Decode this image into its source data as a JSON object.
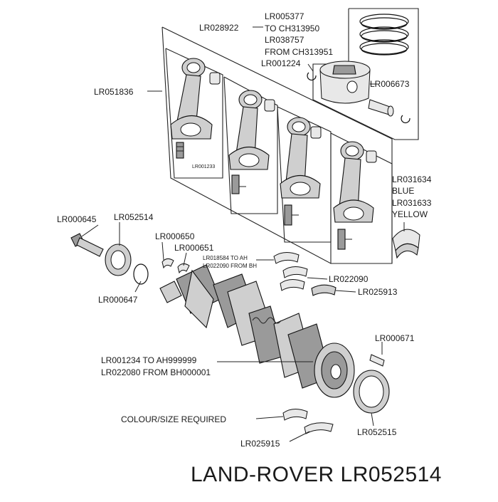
{
  "labels": {
    "lr028922": "LR028922",
    "lr005377": "LR005377",
    "to_ch313950": "TO CH313950",
    "lr038757": "LR038757",
    "from_ch313951": "FROM CH313951",
    "lr001224": "LR001224",
    "lr006673": "LR006673",
    "lr051836": "LR051836",
    "lr001233": "LR001233",
    "lr031634": "LR031634",
    "blue": "BLUE",
    "lr031633": "LR031633",
    "yellow": "YELLOW",
    "lr000645": "LR000645",
    "lr052514": "LR052514",
    "lr000650": "LR000650",
    "lr000651": "LR000651",
    "lr018584_to_ah": "LR018584 TO AH",
    "lr022090_from_bh": "LR022090 FROM BH",
    "lr022090": "LR022090",
    "lr025913": "LR025913",
    "lr000647": "LR000647",
    "lr000671": "LR000671",
    "lr001234_to_ah999999": "LR001234 TO AH999999",
    "lr022080_from_bh000001": "LR022080 FROM BH000001",
    "colour_size_required": "COLOUR/SIZE REQUIRED",
    "lr025915": "LR025915",
    "lr052515": "LR052515"
  },
  "footer": {
    "title": "LAND-ROVER LR052514"
  }
}
